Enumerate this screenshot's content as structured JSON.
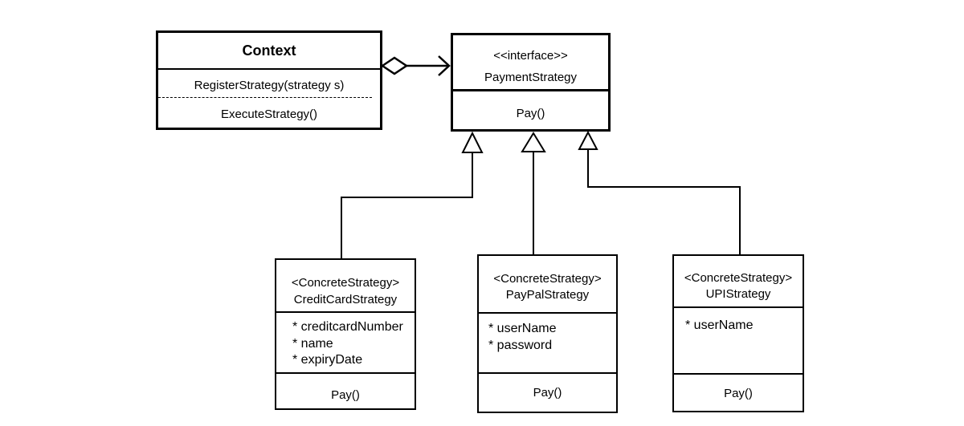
{
  "context": {
    "name": "Context",
    "methods": [
      "RegisterStrategy(strategy s)",
      "ExecuteStrategy()"
    ]
  },
  "payment_strategy": {
    "stereotype": "<<interface>>",
    "name": "PaymentStrategy",
    "methods": [
      "Pay()"
    ]
  },
  "strategies": [
    {
      "stereotype": "<ConcreteStrategy>",
      "name": "CreditCardStrategy",
      "attributes": [
        "* creditcardNumber",
        "* name",
        "* expiryDate"
      ],
      "method": "Pay()"
    },
    {
      "stereotype": "<ConcreteStrategy>",
      "name": "PayPalStrategy",
      "attributes": [
        "* userName",
        "* password"
      ],
      "method": "Pay()"
    },
    {
      "stereotype": "<ConcreteStrategy>",
      "name": "UPIStrategy",
      "attributes": [
        "* userName"
      ],
      "method": "Pay()"
    }
  ],
  "relations": [
    {
      "type": "aggregation",
      "from": "Context",
      "to": "PaymentStrategy"
    },
    {
      "type": "realization",
      "from": "CreditCardStrategy",
      "to": "PaymentStrategy"
    },
    {
      "type": "realization",
      "from": "PayPalStrategy",
      "to": "PaymentStrategy"
    },
    {
      "type": "realization",
      "from": "UPIStrategy",
      "to": "PaymentStrategy"
    }
  ],
  "colors": {
    "line": "#000000",
    "background": "#ffffff"
  }
}
